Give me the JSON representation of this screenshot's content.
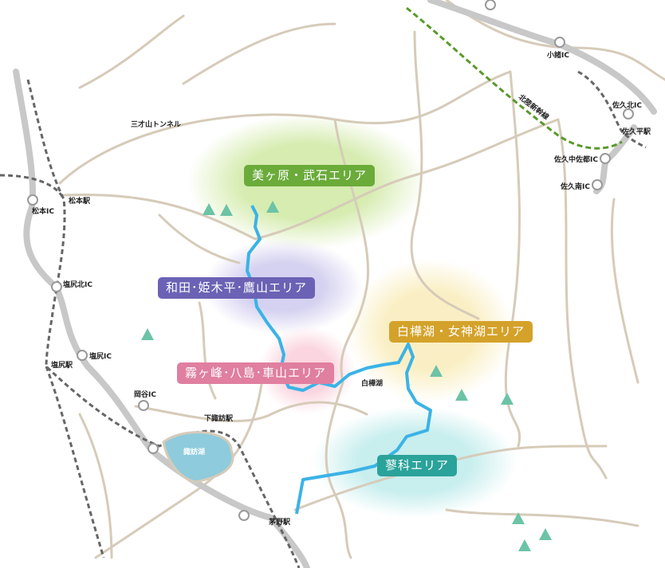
{
  "areas": [
    {
      "label": "美ヶ原・武石エリア",
      "color": "#6aab3a",
      "halo": "#d6ecb0"
    },
    {
      "label": "和田･姫木平･鷹山エリア",
      "color": "#6b62b5",
      "halo": "#d5d1f0"
    },
    {
      "label": "霧ヶ峰･八島･車山エリア",
      "color": "#e07fa0",
      "halo": "#fbd5df"
    },
    {
      "label": "白樺湖・女神湖エリア",
      "color": "#d4a22a",
      "halo": "#faefc4"
    },
    {
      "label": "蓼科エリア",
      "color": "#2aa39a",
      "halo": "#c8eeee"
    }
  ],
  "places": {
    "sansaiyama_tunnel": "三才山トンネル",
    "matsumoto_ic": "松本IC",
    "matsumoto_sta": "松本駅",
    "shiojiri_kita_ic": "塩尻北IC",
    "shiojiri_ic": "塩尻IC",
    "shiojiri_sta": "塩尻駅",
    "okaya_ic": "岡谷IC",
    "shimosuwa_sta": "下諏訪駅",
    "suwako": "諏訪湖",
    "chino_sta": "茅野駅",
    "shirakabako": "白樺湖",
    "komoro_ic": "小諸IC",
    "hokuriku_shinkansen": "北陸新幹線",
    "saku_kita_ic": "佐久北IC",
    "sakudaira_sta": "佐久平駅",
    "saku_chusa_ic": "佐久中佐都IC",
    "saku_minami_ic": "佐久南IC"
  },
  "colors": {
    "route": "#3bb3e6",
    "road": "#d6cbb9",
    "expressway": "#c8c8c8",
    "lake": "#8ecbdc",
    "mountain": "#6cc3a6"
  }
}
